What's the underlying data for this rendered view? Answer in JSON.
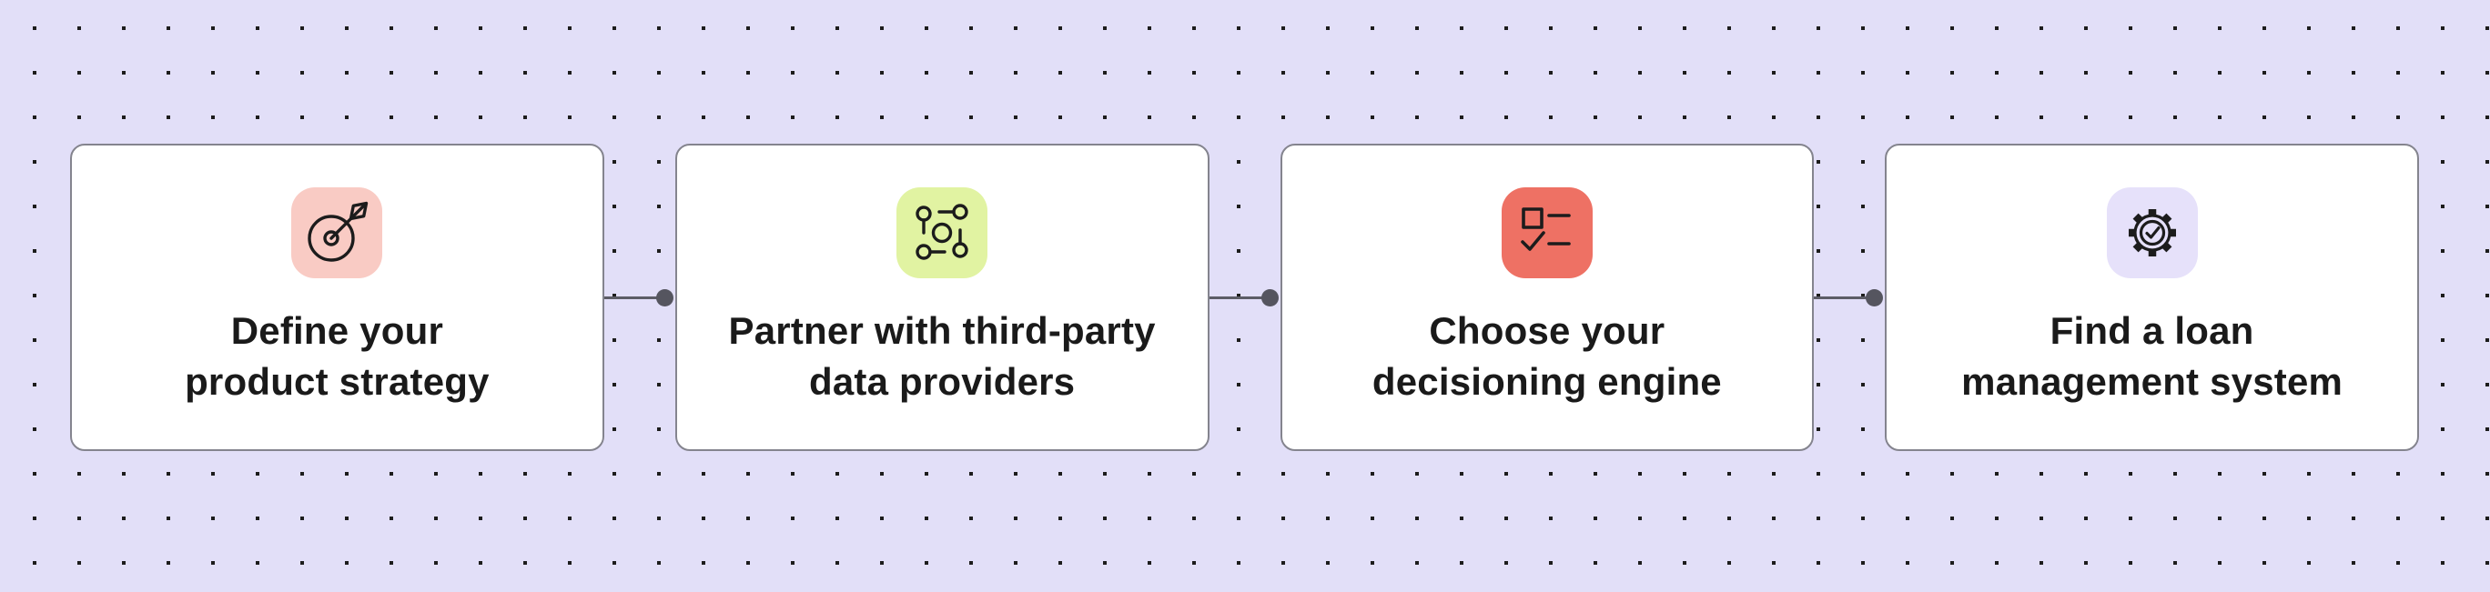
{
  "colors": {
    "page_bg": "#e2dff8",
    "dot_grid": "#1c1c1c",
    "card_bg": "#ffffff",
    "card_border": "#84848e",
    "connector": "#5c5c66",
    "text": "#1a1a1a"
  },
  "steps": [
    {
      "lines": [
        "Define your",
        "product strategy"
      ],
      "icon": "target-arrow-icon",
      "icon_bg": "#f9cbc4"
    },
    {
      "lines": [
        "Partner with third-party",
        "data providers"
      ],
      "icon": "network-nodes-icon",
      "icon_bg": "#e1f3a2"
    },
    {
      "lines": [
        "Choose your",
        "decisioning engine"
      ],
      "icon": "checklist-icon",
      "icon_bg": "#ee7164"
    },
    {
      "lines": [
        "Find a loan",
        "management system"
      ],
      "icon": "gear-check-icon",
      "icon_bg": "#e6e1fa"
    }
  ]
}
